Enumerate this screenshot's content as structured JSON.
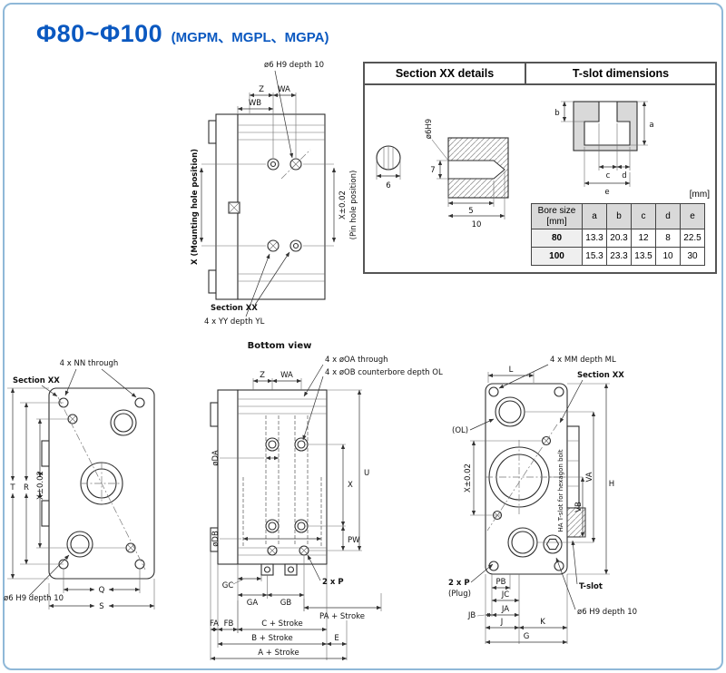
{
  "page": {
    "title": "Φ80~Φ100",
    "subtitle": "(MGPM、MGPL、MGPA)"
  },
  "colors": {
    "accent": "#0a58c0",
    "frame_border": "#8fb8d8",
    "line": "#2e2e2e",
    "table_header_bg": "#d9d9d9"
  },
  "bottom_view": {
    "caption": "Bottom view",
    "pin_hole": "ø6 H9 depth 10",
    "z": "Z",
    "wa": "WA",
    "wb": "WB",
    "mounting": "X (Mounting hole position)",
    "pin_dim": "X±0.02",
    "pin_pos": "(Pin hole position)",
    "section": "Section XX",
    "yy": "4 x YY depth YL"
  },
  "panel": {
    "section_header": "Section XX details",
    "tslot_header": "T-slot dimensions",
    "units": "[mm]",
    "dia": "ø6H9",
    "dim7": "7",
    "dim6": "6",
    "dim5": "5",
    "dim10": "10",
    "a": "a",
    "b": "b",
    "c": "c",
    "d": "d",
    "e": "e",
    "table": {
      "bore_header_1": "Bore size",
      "bore_header_2": "[mm]",
      "cols": [
        "a",
        "b",
        "c",
        "d",
        "e"
      ],
      "rows": [
        {
          "bore": "80",
          "vals": [
            "13.3",
            "20.3",
            "12",
            "8",
            "22.5"
          ]
        },
        {
          "bore": "100",
          "vals": [
            "15.3",
            "23.3",
            "13.5",
            "10",
            "30"
          ]
        }
      ]
    }
  },
  "front_view": {
    "nn": "4 x NN through",
    "section": "Section XX",
    "t": "T",
    "r": "R",
    "x": "X±0.02",
    "pin_hole": "ø6 H9 depth 10",
    "q": "Q",
    "s": "S"
  },
  "side_view": {
    "z": "Z",
    "wa": "WA",
    "oa": "4 x øOA through",
    "ob": "4 x øOB counterbore depth OL",
    "da": "øDA",
    "db": "øDB",
    "x": "X",
    "u": "U",
    "pw": "PW",
    "gc": "GC",
    "ga": "GA",
    "gb": "GB",
    "p": "2 x P",
    "pa": "PA + Stroke",
    "fa": "FA",
    "fb": "FB",
    "c": "C + Stroke",
    "b": "B + Stroke",
    "e": "E",
    "a": "A + Stroke"
  },
  "top_view": {
    "l": "L",
    "mm": "4 x MM depth ML",
    "section": "Section XX",
    "ol": "(OL)",
    "x": "X±0.02",
    "va": "VA",
    "vb": "VB",
    "h": "H",
    "ha": "HA T-slot for hexagon bolt",
    "p": "2 x P",
    "plug": "(Plug)",
    "pb": "PB",
    "jc": "JC",
    "jb": "JB",
    "ja": "JA",
    "j": "J",
    "k": "K",
    "g": "G",
    "tslot": "T-slot",
    "pin_hole": "ø6 H9 depth 10"
  }
}
